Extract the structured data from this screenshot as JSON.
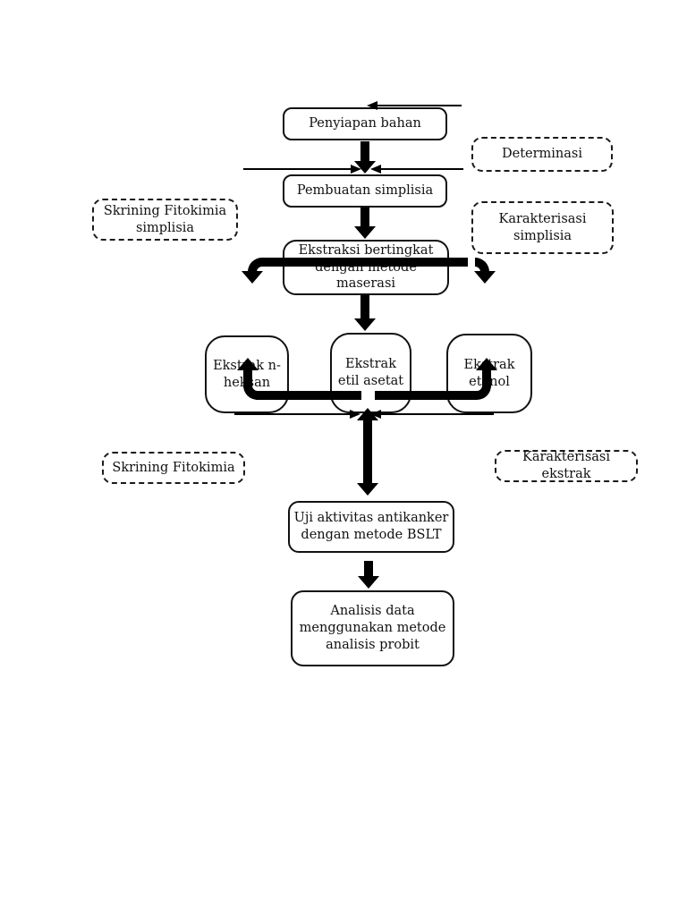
{
  "page": {
    "kind": "research-methodology-flowchart",
    "background_color": "#ffffff",
    "line_color": "#000000",
    "box_background": "#ffffff"
  },
  "nodes": {
    "penyiapan": {
      "label": "Penyiapan bahan"
    },
    "pembuatan": {
      "label": "Pembuatan simplisia"
    },
    "ekstraksi": {
      "label": "Ekstraksi bertingkat dengan metode maserasi"
    },
    "heksan": {
      "label": "Ekstrak n-heksan"
    },
    "etil": {
      "label": "Ekstrak etil asetat"
    },
    "etanol": {
      "label": "Ekstrak etanol"
    },
    "uji": {
      "label": "Uji aktivitas antikanker dengan metode BSLT"
    },
    "analisis": {
      "label": "Analisis data menggunakan metode analisis probit"
    }
  },
  "annotations": {
    "determinasi": {
      "label": "Determinasi"
    },
    "karakterisasi_simplisia": {
      "label": "Karakterisasi simplisia"
    },
    "skrining_fitokimia_simplisia": {
      "label": "Skrining Fitokimia simplisia"
    },
    "skrining_fitokimia": {
      "label": "Skrining Fitokimia"
    },
    "karakterisasi_ekstrak": {
      "label": "Karakterisasi ekstrak"
    }
  }
}
